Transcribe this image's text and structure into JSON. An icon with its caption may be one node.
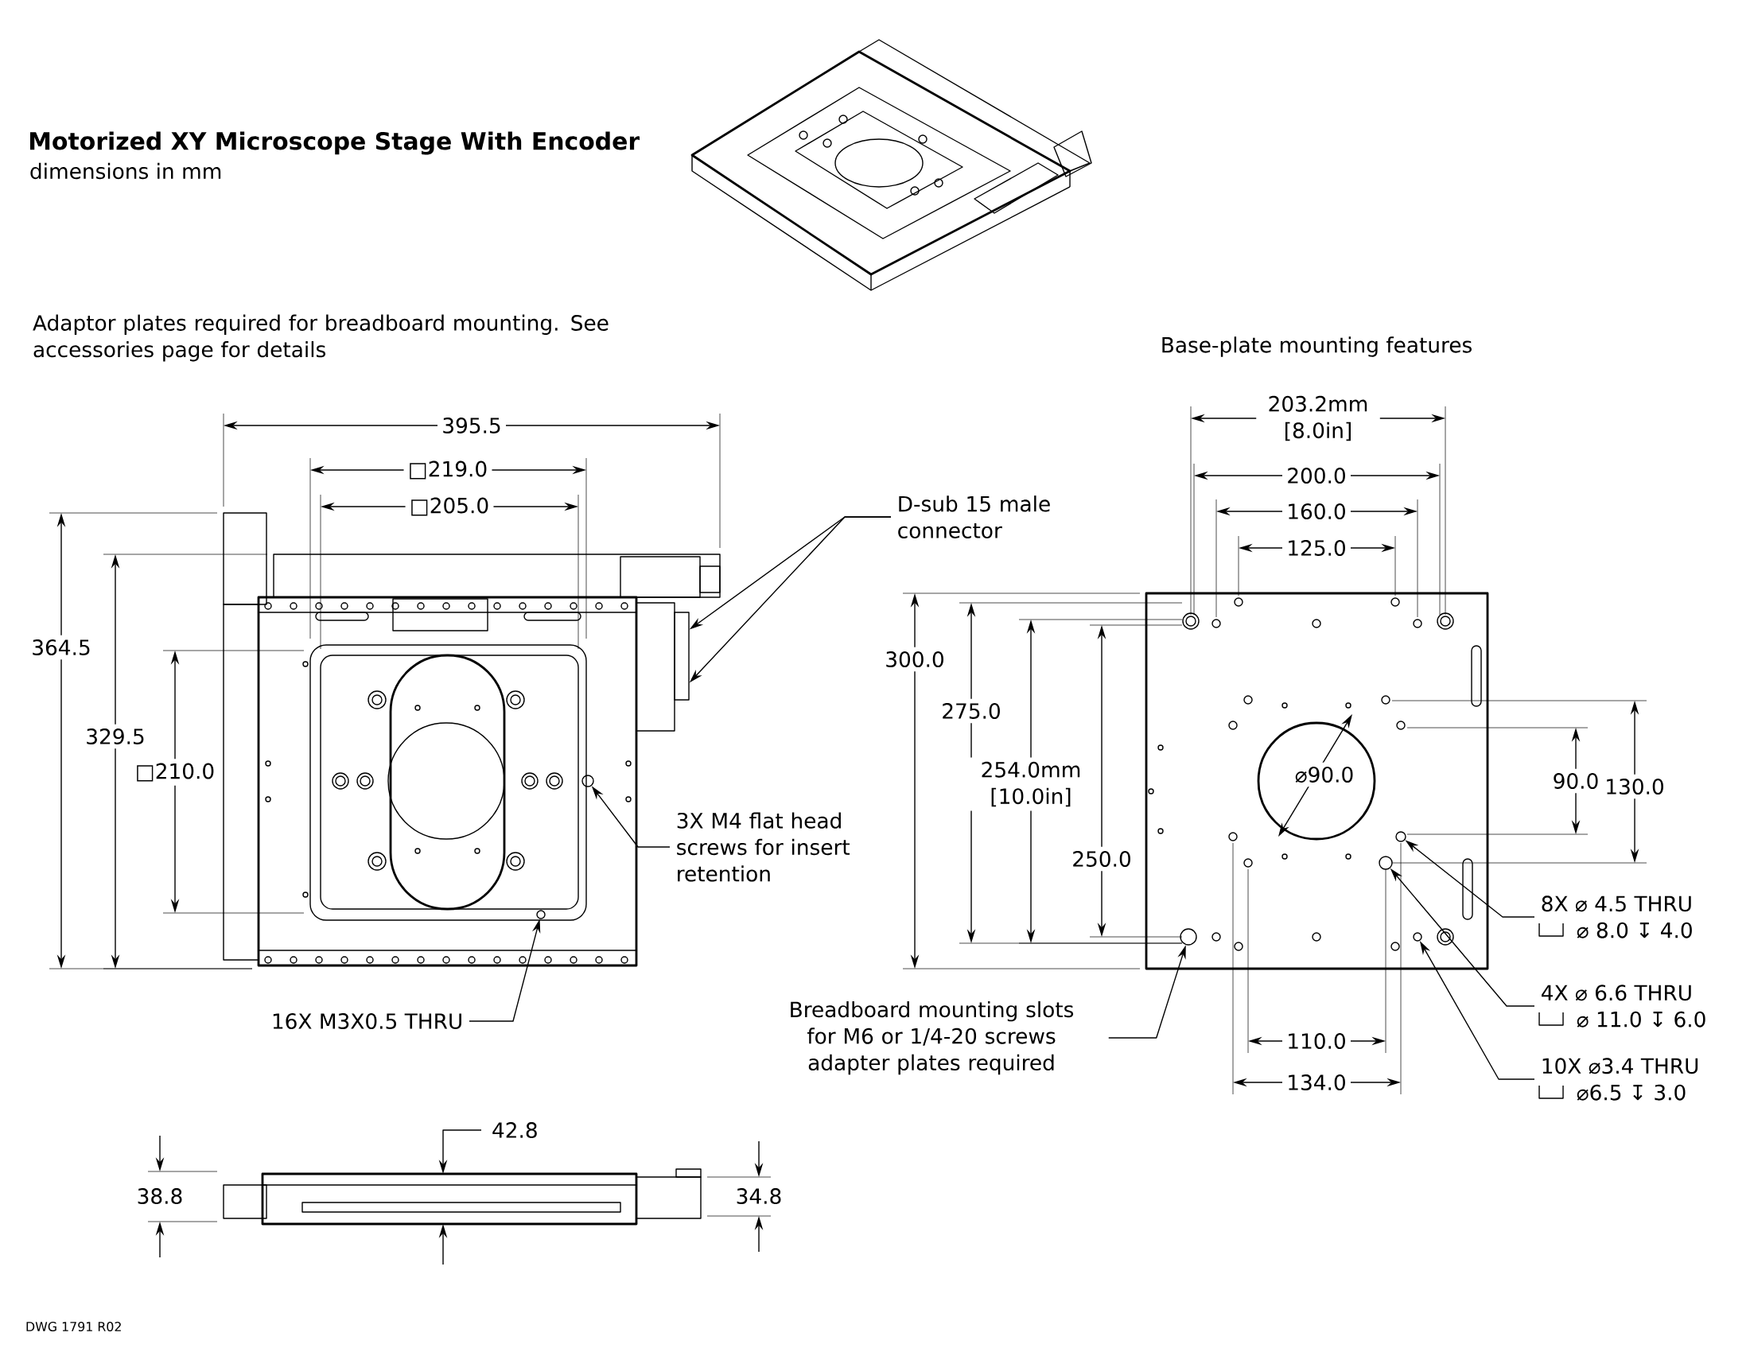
{
  "diagram": {
    "title": "Motorized XY Microscope Stage With Encoder",
    "nodes": [
      {
        "text": [
          "D-sub 15 male connector"
        ]
      },
      {
        "text": [],
        "shape": "box"
      },
      {
        "text": [
          "3X M4 flat head screws for insert retention"
        ]
      },
      {
        "text": [],
        "shape": "circle"
      },
      {
        "text": [
          "16X M3X0.5 THRU"
        ]
      },
      {
        "text": [],
        "shape": "circle"
      },
      {
        "text": [
          "Breadboard mounting slots for M6 or 1/4-20 screws adapter plates required"
        ]
      },
      {
        "text": [],
        "shape": "circle"
      },
      {
        "text": [
          "8X ⌀ 4.5 THRU",
          "⌀ 8.0 ↧ 4.0"
        ]
      },
      {
        "text": [],
        "shape": "circle"
      },
      {
        "text": [
          "4X ⌀ 6.6 THRU",
          "⌀ 11.0 ↧ 6.0"
        ]
      },
      {
        "text": [],
        "shape": "circle"
      },
      {
        "text": [
          "10X ⌀3.4 THRU",
          "⌀6.5 ↧ 3.0"
        ]
      },
      {
        "text": [],
        "shape": "circle"
      }
    ],
    "edges": [
      {
        "from": 0,
        "to": 1,
        "arrow": "to"
      },
      {
        "from": 0,
        "to": 1,
        "arrow": "to"
      },
      {
        "from": 2,
        "to": 3,
        "arrow": "to"
      },
      {
        "from": 4,
        "to": 5,
        "arrow": "to"
      },
      {
        "from": 6,
        "to": 7,
        "arrow": "to"
      },
      {
        "from": 8,
        "to": 9,
        "arrow": "to"
      },
      {
        "from": 10,
        "to": 11,
        "arrow": "to"
      },
      {
        "from": 12,
        "to": 13,
        "arrow": "to"
      }
    ],
    "labels": [
      "dimensions in mm",
      "Adaptor plates required for breadboard mounting. See accessories page for details",
      "Base-plate mounting features",
      "203.2mm [8.0in]",
      "395.5",
      "□219.0",
      "200.0",
      "□205.0",
      "160.0",
      "125.0",
      "364.5",
      "300.0",
      "329.5",
      "275.0",
      "□210.0",
      "254.0mm [10.0in]",
      "90.0",
      "130.0",
      "⌀90.0",
      "250.0",
      "110.0",
      "134.0",
      "42.8",
      "38.8",
      "34.8",
      "DWG 1791 R02"
    ]
  }
}
